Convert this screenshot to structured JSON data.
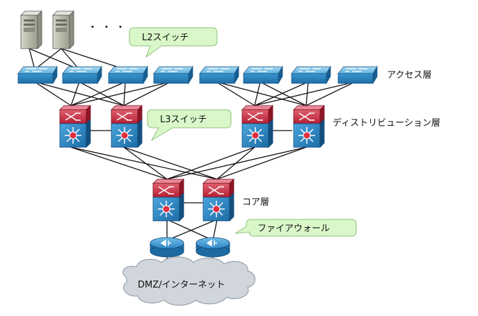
{
  "ellipsis": "・・・",
  "callouts": {
    "l2": "L2スイッチ",
    "l3": "L3スイッチ",
    "firewall": "ファイアウォール"
  },
  "layers": {
    "access": "アクセス層",
    "distribution": "ディストリビューション層",
    "core": "コア層"
  },
  "cloud": "DMZ/インターネット",
  "colors": {
    "switch_blue": "#3f9bd0",
    "router_red": "#c8293d",
    "callout_fill": "#d9f7c8",
    "cloud_fill": "#d0d6dc",
    "server_gray": "#b8b8a8"
  }
}
